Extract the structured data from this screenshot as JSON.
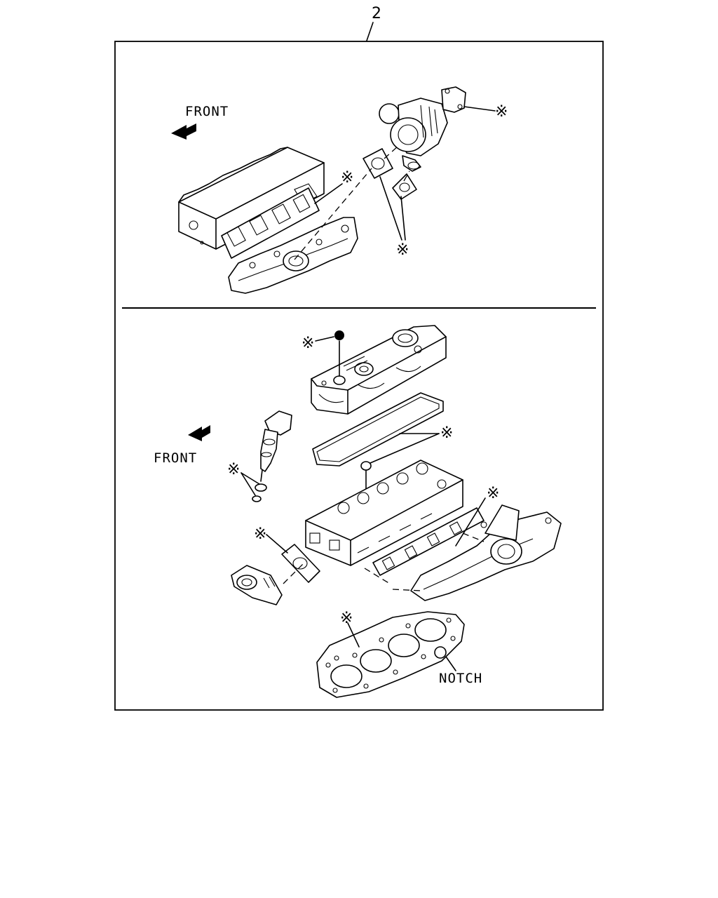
{
  "callout_number": "2",
  "upper_view": {
    "front_label": "FRONT",
    "marks": [
      "※",
      "※",
      "※"
    ]
  },
  "lower_view": {
    "front_label": "FRONT",
    "notch_label": "NOTCH",
    "marks": [
      "※",
      "※",
      "※",
      "※",
      "※",
      "※"
    ]
  }
}
